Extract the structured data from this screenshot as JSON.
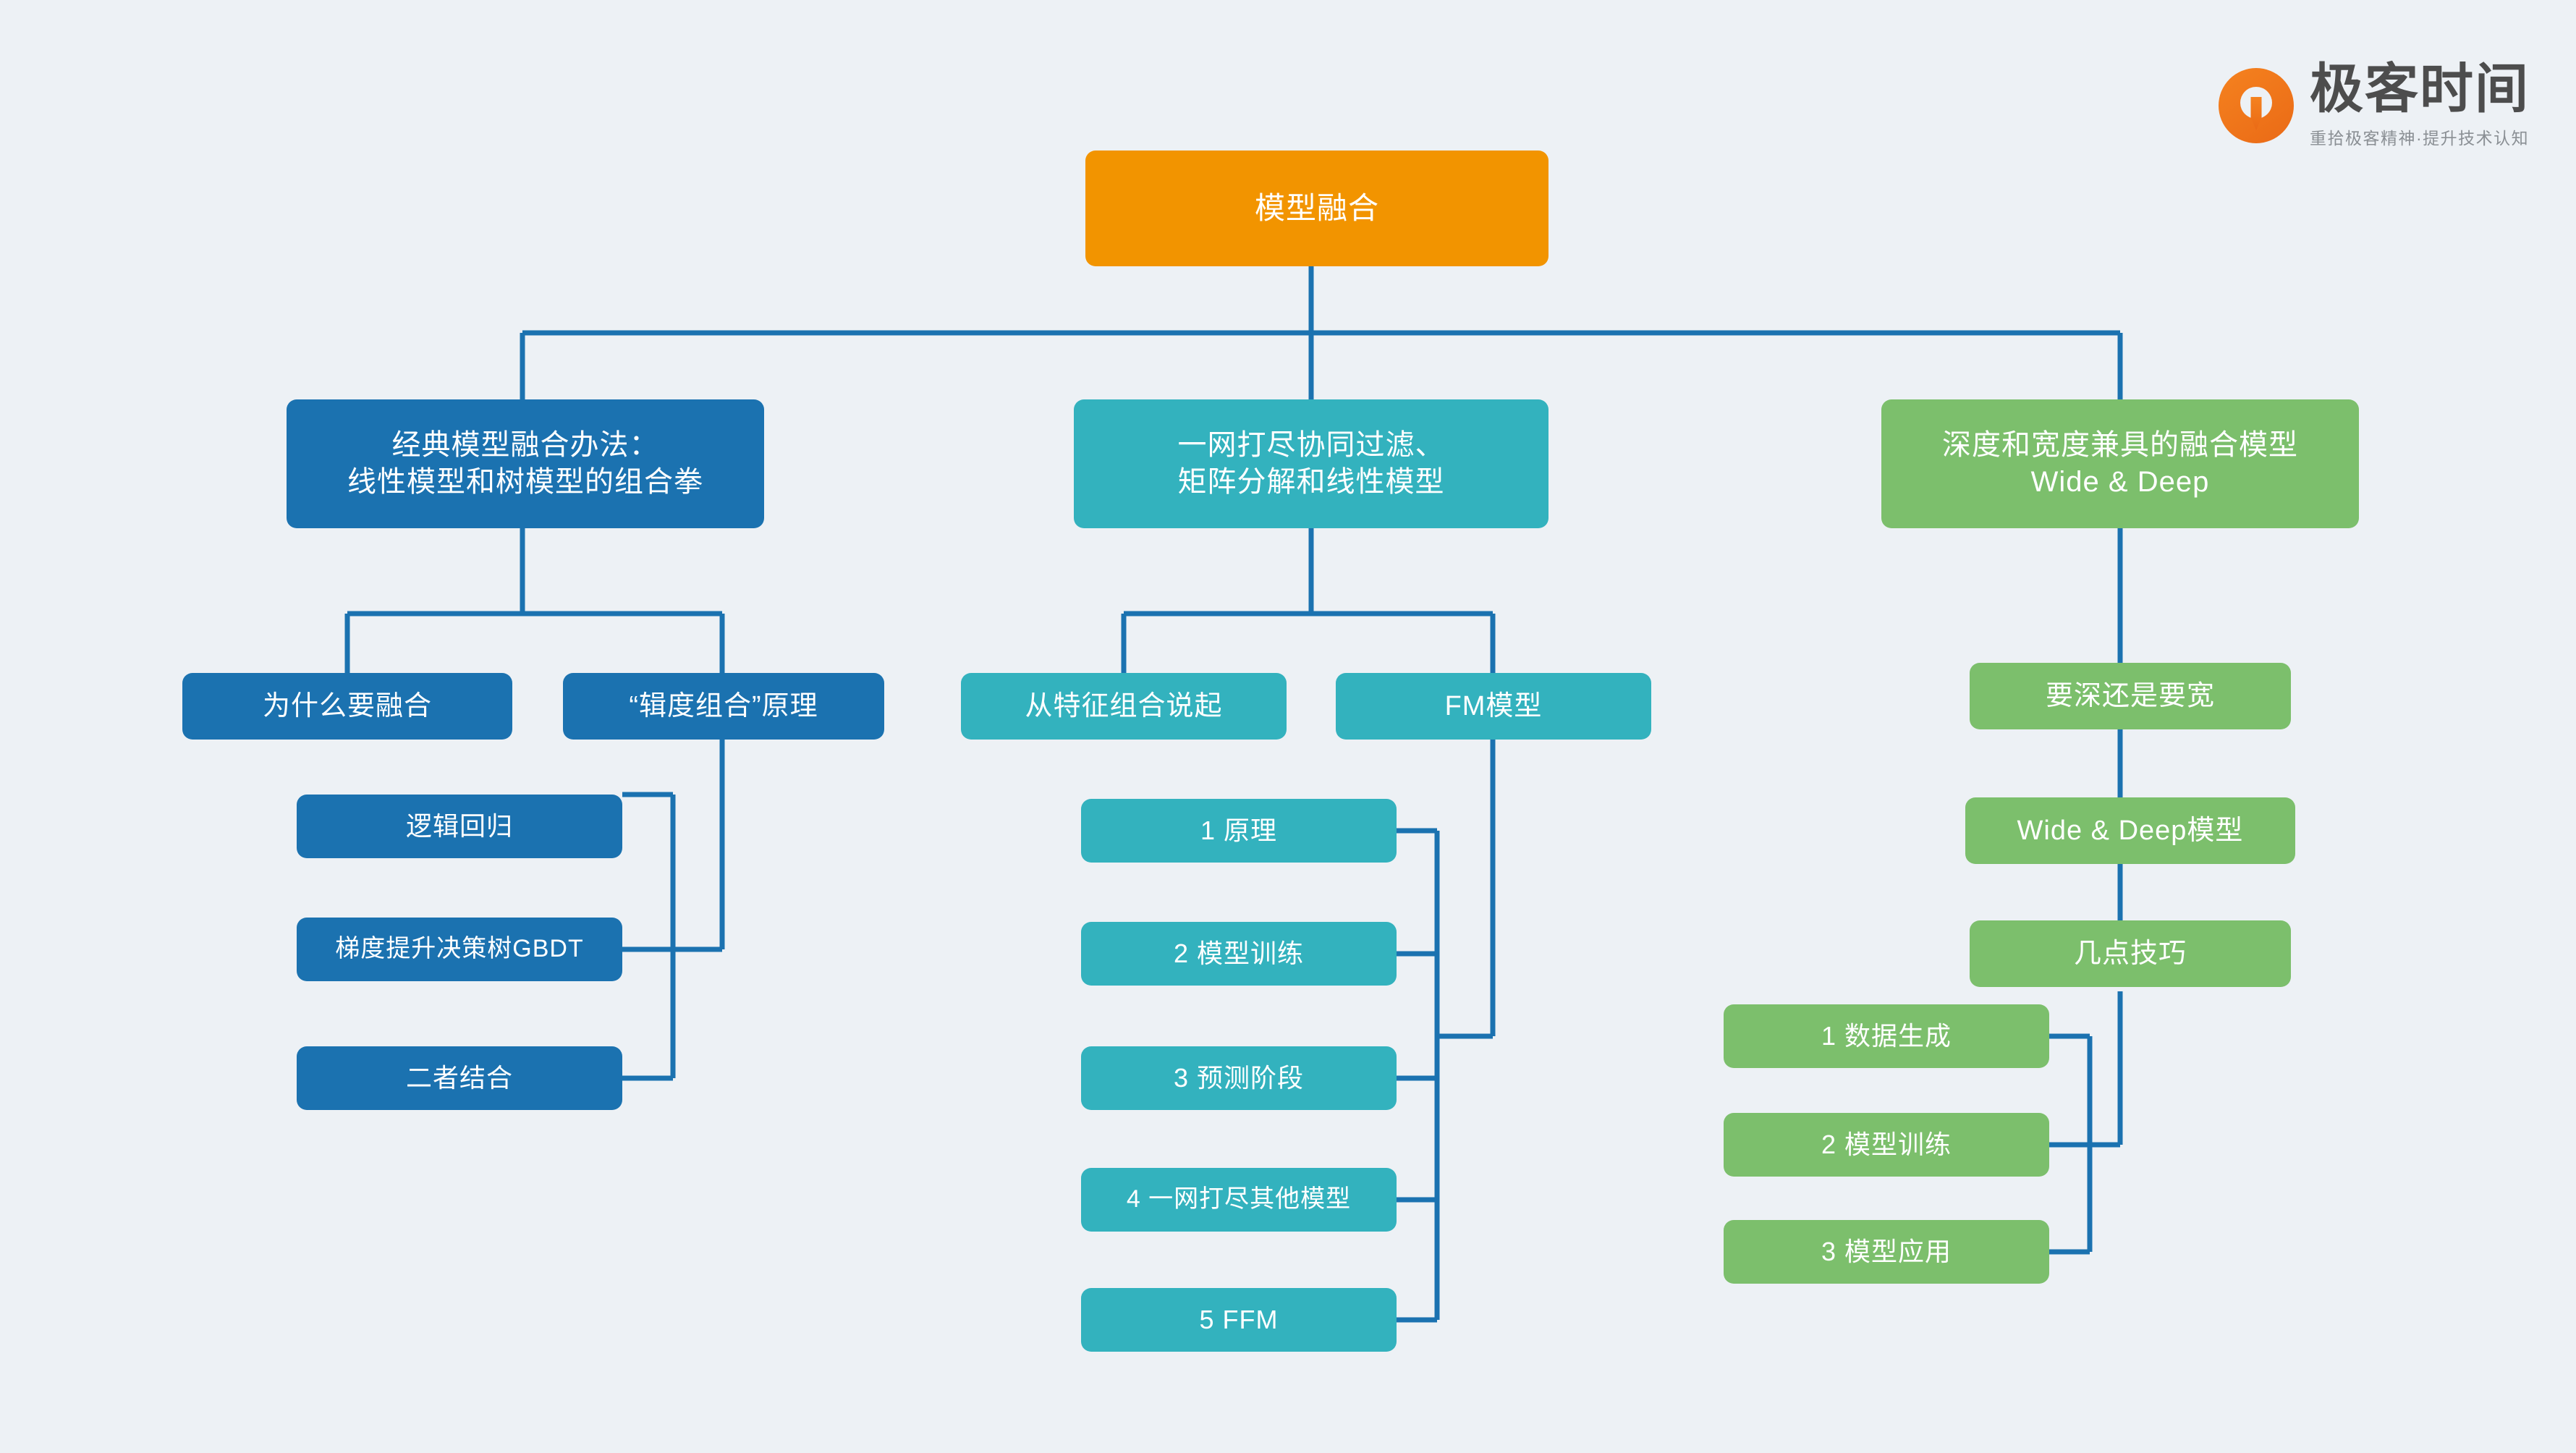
{
  "brand": {
    "logo_icon": "geekbang-circle-arrow-icon",
    "wordmark": "极客时间",
    "tagline": "重拾极客精神·提升技术认知"
  },
  "colors": {
    "background": "#edf1f5",
    "root": "#F29400",
    "branch_blue": "#1B72B0",
    "branch_teal": "#33B2BE",
    "branch_green": "#7CBF6C",
    "connector": "#1B72B0"
  },
  "chart_data": {
    "type": "tree-diagram",
    "title": "模型融合",
    "root": "模型融合",
    "branches": [
      {
        "label": "经典模型融合办法：\n线性模型和树模型的组合拳",
        "color": "#1B72B0",
        "children": [
          {
            "label": "为什么要融合",
            "children": []
          },
          {
            "label": "“辑度组合”原理",
            "children": [
              "逻辑回归",
              "梯度提升决策树GBDT",
              "二者结合"
            ]
          }
        ]
      },
      {
        "label": "一网打尽协同过滤、\n矩阵分解和线性模型",
        "color": "#33B2BE",
        "children": [
          {
            "label": "从特征组合说起",
            "children": []
          },
          {
            "label": "FM模型",
            "children": [
              "1 原理",
              "2 模型训练",
              "3 预测阶段",
              "4 一网打尽其他模型",
              "5 FFM"
            ]
          }
        ]
      },
      {
        "label": "深度和宽度兼具的融合模型\nWide & Deep",
        "color": "#7CBF6C",
        "children": [
          {
            "label": "要深还是要宽",
            "children": []
          },
          {
            "label": "Wide & Deep模型",
            "children": []
          },
          {
            "label": "几点技巧",
            "children": [
              "1 数据生成",
              "2 模型训练",
              "3 模型应用"
            ]
          }
        ]
      }
    ]
  },
  "nodes": {
    "root": "模型融合",
    "b1": "经典模型融合办法：\n线性模型和树模型的组合拳",
    "b1c1": "为什么要融合",
    "b1c2": "“辑度组合”原理",
    "b1c2s1": "逻辑回归",
    "b1c2s2": "梯度提升决策树GBDT",
    "b1c2s3": "二者结合",
    "b2": "一网打尽协同过滤、\n矩阵分解和线性模型",
    "b2c1": "从特征组合说起",
    "b2c2": "FM模型",
    "b2c2s1": "1 原理",
    "b2c2s2": "2 模型训练",
    "b2c2s3": "3 预测阶段",
    "b2c2s4": "4 一网打尽其他模型",
    "b2c2s5": "5 FFM",
    "b3": "深度和宽度兼具的融合模型\nWide & Deep",
    "b3c1": "要深还是要宽",
    "b3c2": "Wide & Deep模型",
    "b3c3": "几点技巧",
    "b3c3s1": "1 数据生成",
    "b3c3s2": "2 模型训练",
    "b3c3s3": "3 模型应用"
  }
}
